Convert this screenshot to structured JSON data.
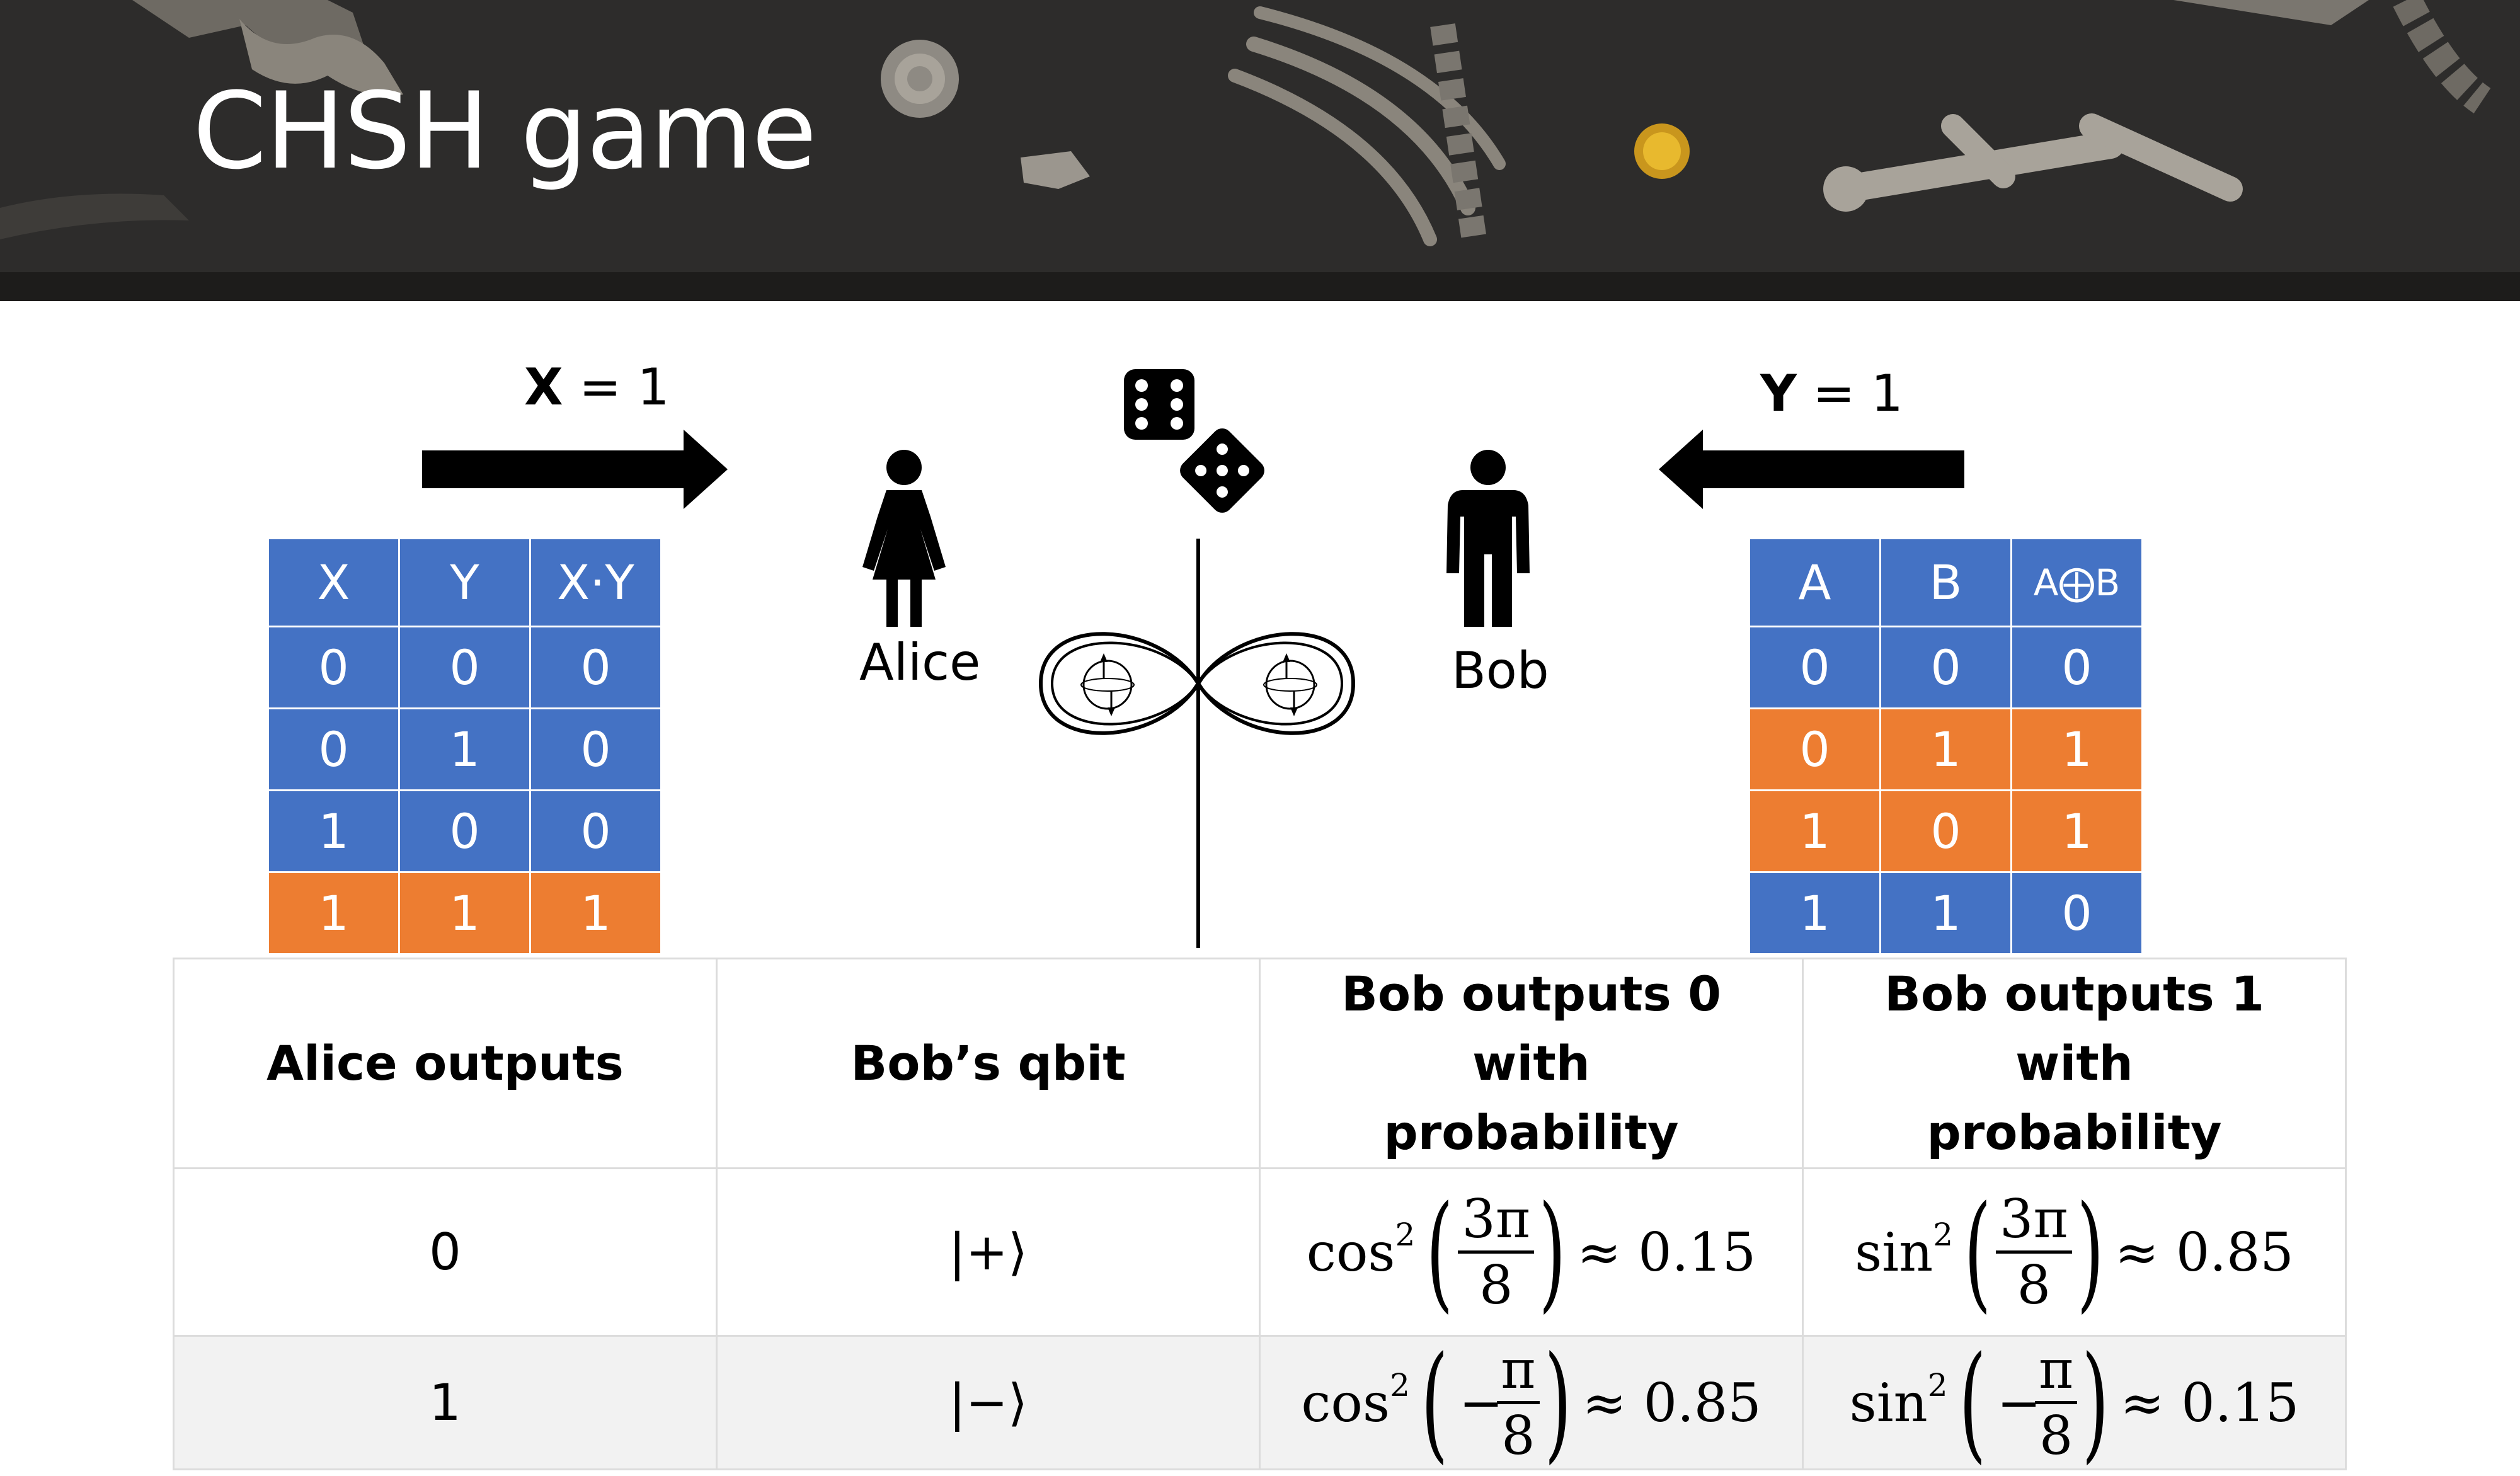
{
  "title": "CHSH game",
  "x_input": {
    "var": "X",
    "value": "= 1"
  },
  "y_input": {
    "var": "Y",
    "value": "= 1"
  },
  "alice_label": "Alice",
  "bob_label": "Bob",
  "input_table": {
    "headers": [
      "X",
      "Y",
      "X·Y"
    ],
    "rows": [
      [
        "0",
        "0",
        "0"
      ],
      [
        "0",
        "1",
        "0"
      ],
      [
        "1",
        "0",
        "0"
      ],
      [
        "1",
        "1",
        "1"
      ]
    ]
  },
  "output_table": {
    "headers": [
      "A",
      "B",
      "A⨁B"
    ],
    "rows": [
      [
        "0",
        "0",
        "0"
      ],
      [
        "0",
        "1",
        "1"
      ],
      [
        "1",
        "0",
        "1"
      ],
      [
        "1",
        "1",
        "0"
      ]
    ]
  },
  "results_table": {
    "headers": [
      "Alice outputs",
      "Bob’s qbit",
      "Bob outputs 0 with probability",
      "Bob outputs 1 with probability"
    ],
    "rows": [
      {
        "alice": "0",
        "qbit": "|+⟩",
        "p0": {
          "fn": "cos",
          "exp": "2",
          "sign": "",
          "num": "3π",
          "den": "8",
          "approx": "≈ 0.15"
        },
        "p1": {
          "fn": "sin",
          "exp": "2",
          "sign": "",
          "num": "3π",
          "den": "8",
          "approx": "≈ 0.85"
        }
      },
      {
        "alice": "1",
        "qbit": "|−⟩",
        "p0": {
          "fn": "cos",
          "exp": "2",
          "sign": "−",
          "num": "π",
          "den": "8",
          "approx": "≈ 0.85"
        },
        "p1": {
          "fn": "sin",
          "exp": "2",
          "sign": "−",
          "num": "π",
          "den": "8",
          "approx": "≈ 0.15"
        }
      }
    ]
  },
  "colors": {
    "banner": "#2d2c2b",
    "table_blue": "#4472c4",
    "table_orange": "#ed7d31"
  }
}
